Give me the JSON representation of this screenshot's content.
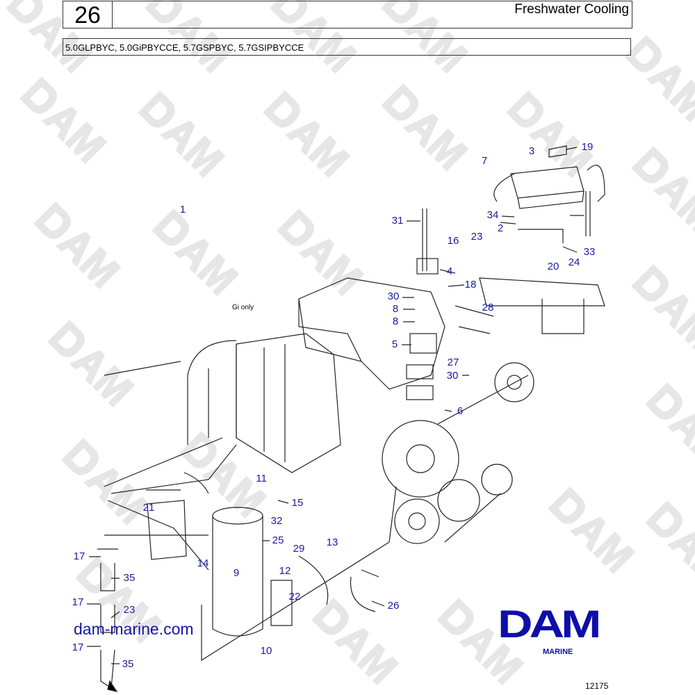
{
  "header": {
    "page_number": "26",
    "title": "Freshwater Cooling"
  },
  "models": "5.0GLPBYC, 5.0GiPBYCCE, 5.7GSPBYC, 5.7GSIPBYCCE",
  "note": "Gi only",
  "callouts": [
    "19",
    "3",
    "7",
    "1",
    "31",
    "34",
    "2",
    "23",
    "16",
    "33",
    "24",
    "20",
    "4",
    "18",
    "30",
    "8",
    "8",
    "28",
    "5",
    "27",
    "30",
    "6",
    "11",
    "15",
    "21",
    "32",
    "25",
    "13",
    "29",
    "17",
    "35",
    "14",
    "9",
    "12",
    "22",
    "17",
    "26",
    "23",
    "17",
    "10",
    "35"
  ],
  "website": "dam-marine.com",
  "logo": {
    "text": "DAM",
    "subtitle": "MARINE",
    "color": "#0e0ea8"
  },
  "watermark": "DAM",
  "diagram_code": "12175",
  "label_color": "#1a1aa0"
}
